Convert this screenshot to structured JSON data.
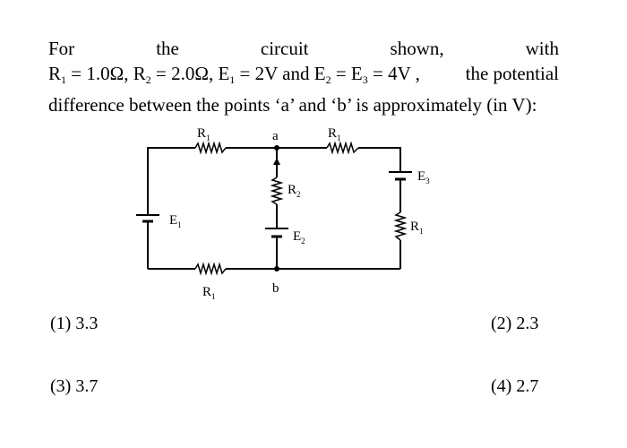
{
  "question": {
    "line1_words": [
      "For",
      "the",
      "circuit",
      "shown,",
      "with"
    ],
    "values": {
      "r1": "1.0Ω",
      "r2": "2.0Ω",
      "e1": "2V",
      "e23": "4V"
    },
    "and_word": "and",
    "the_potential": "the potential",
    "line3": "difference between the points ‘a’ and ‘b’ is approximately (in V):"
  },
  "circuit": {
    "point_a": "a",
    "point_b": "b",
    "r_letter": "R",
    "e_letter": "E",
    "sub_1": "1",
    "sub_2": "2",
    "sub_3": "3"
  },
  "options": [
    {
      "label": "(1) 3.3"
    },
    {
      "label": "(2) 2.3"
    },
    {
      "label": "(3)  3.7"
    },
    {
      "label": "(4) 2.7"
    }
  ]
}
